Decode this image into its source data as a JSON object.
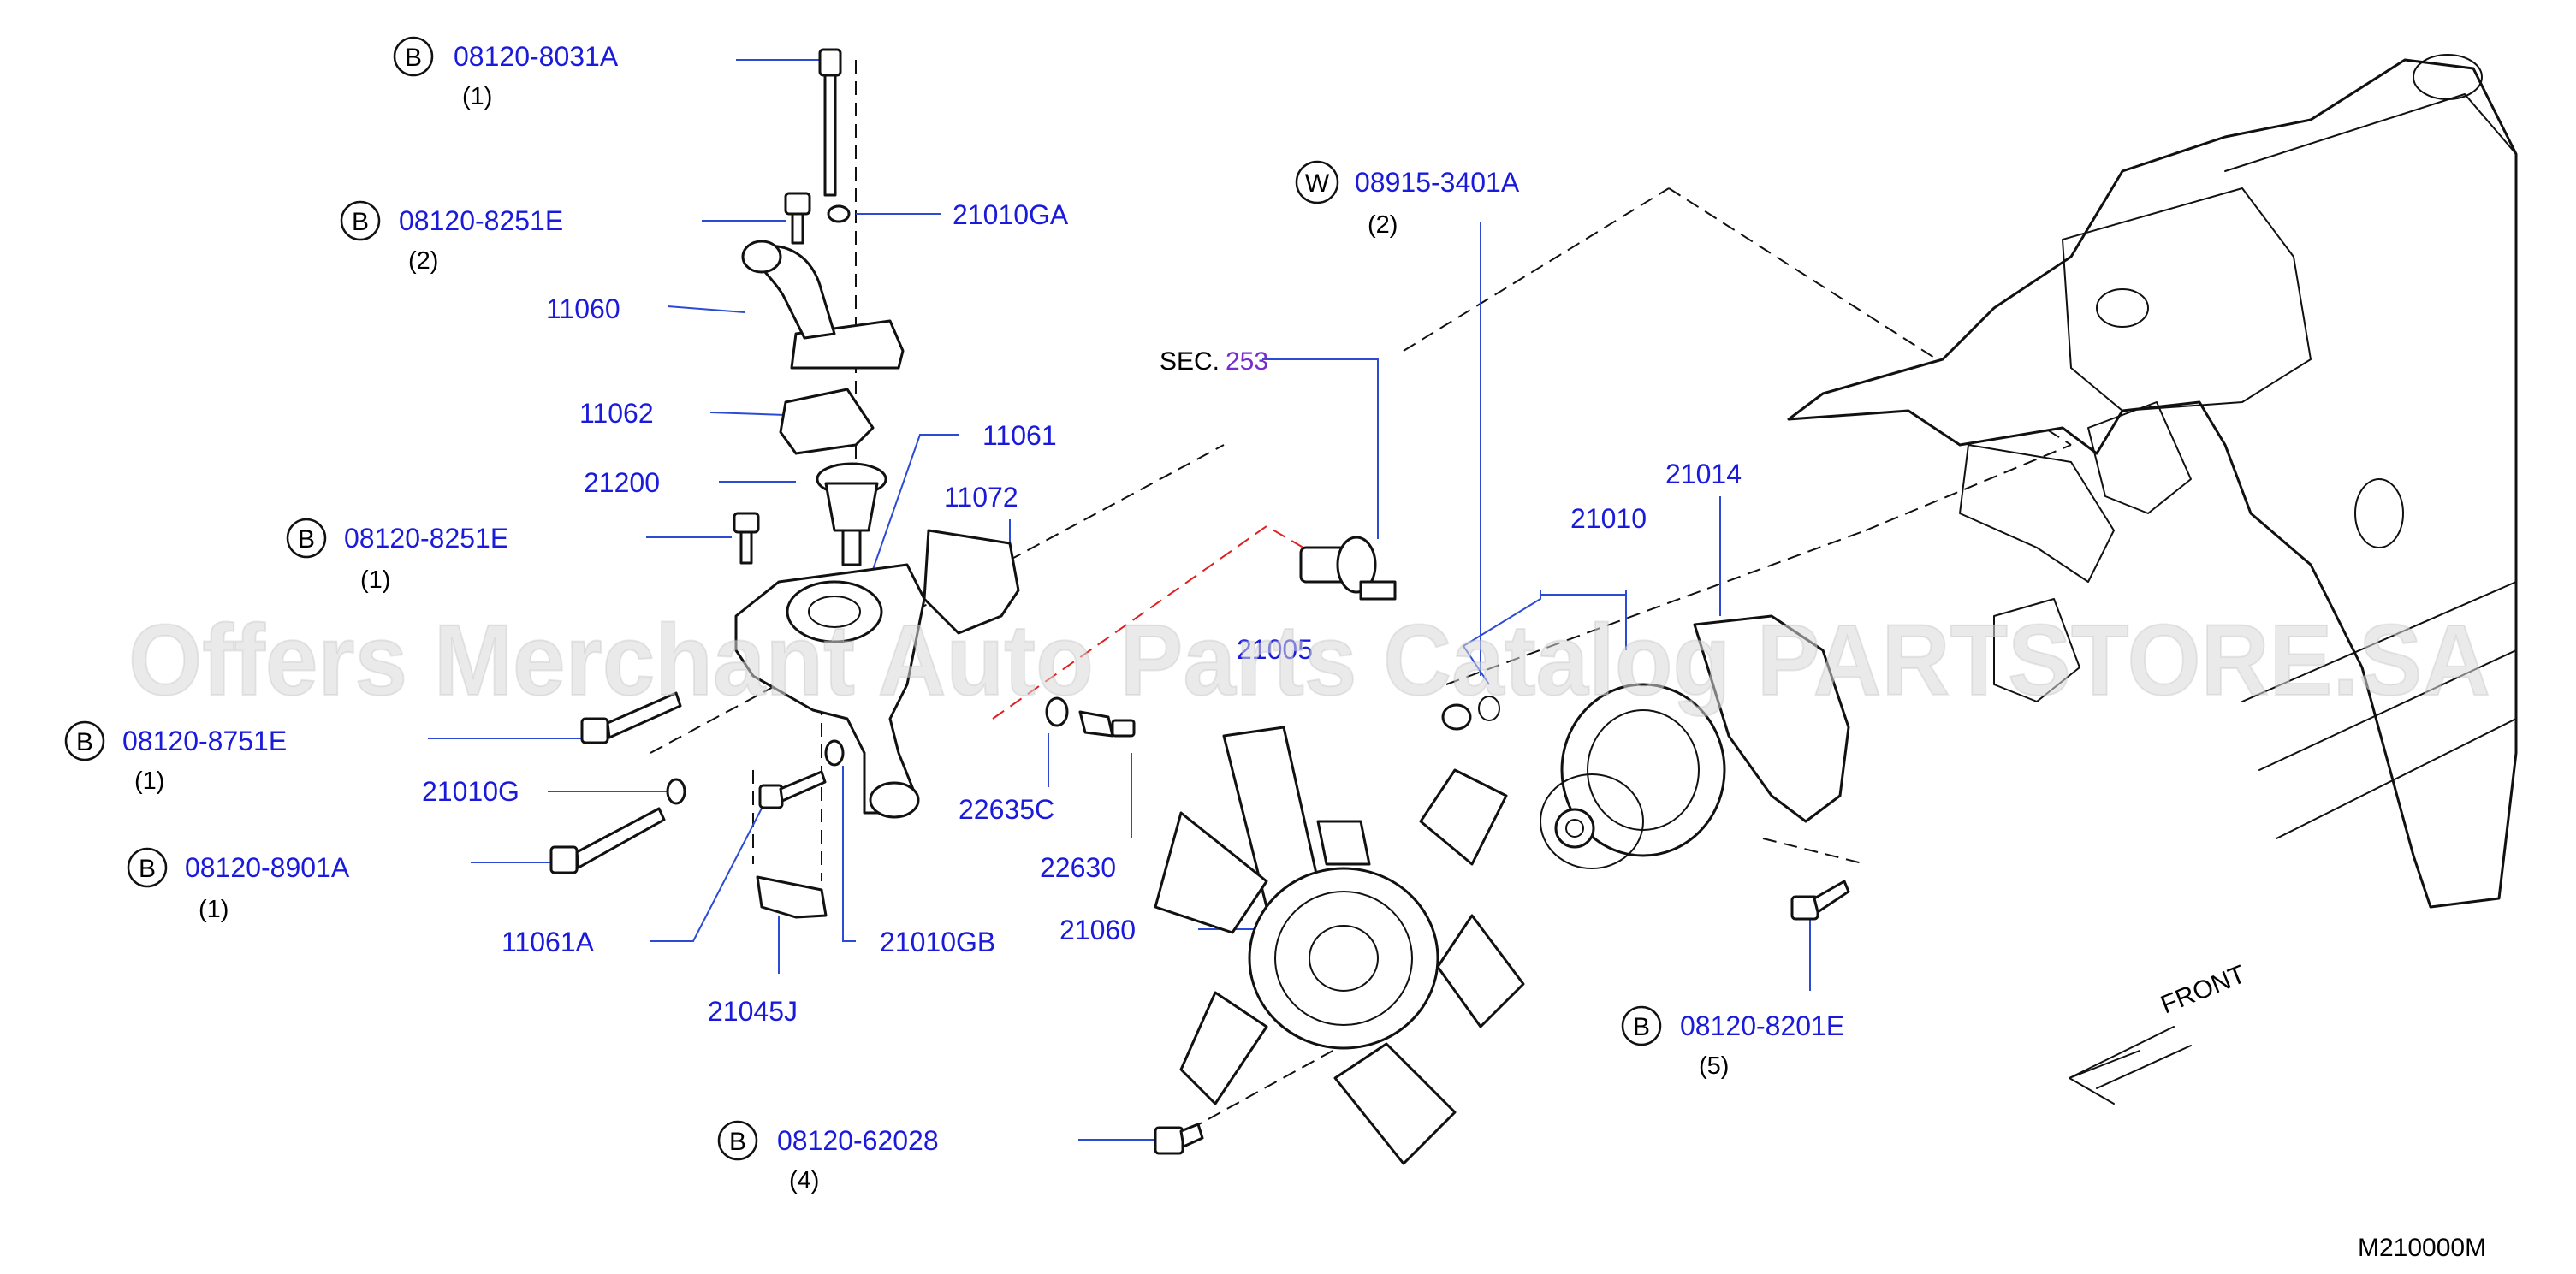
{
  "diagram_code": "M210000M",
  "watermark": "Offers Merchant Auto Parts Catalog PARTSTORE.SA",
  "front_label": "FRONT",
  "section_ref": {
    "prefix": "SEC.",
    "number": "253"
  },
  "callouts": {
    "bolt_8031a": {
      "badge": "B",
      "part": "08120-8031A",
      "qty": "(1)"
    },
    "bolt_8251e_a": {
      "badge": "B",
      "part": "08120-8251E",
      "qty": "(2)"
    },
    "bolt_8251e_b": {
      "badge": "B",
      "part": "08120-8251E",
      "qty": "(1)"
    },
    "bolt_8751e": {
      "badge": "B",
      "part": "08120-8751E",
      "qty": "(1)"
    },
    "bolt_8901a": {
      "badge": "B",
      "part": "08120-8901A",
      "qty": "(1)"
    },
    "washer_3401a": {
      "badge": "W",
      "part": "08915-3401A",
      "qty": "(2)"
    },
    "bolt_8201e": {
      "badge": "B",
      "part": "08120-8201E",
      "qty": "(5)"
    },
    "bolt_62028": {
      "badge": "B",
      "part": "08120-62028",
      "qty": "(4)"
    }
  },
  "parts": {
    "p_21010ga": "21010GA",
    "p_11060": "11060",
    "p_11062": "11062",
    "p_21200": "21200",
    "p_11061": "11061",
    "p_11072": "11072",
    "p_21010g": "21010G",
    "p_11061a": "11061A",
    "p_21010gb": "21010GB",
    "p_21045j": "21045J",
    "p_22635c": "22635C",
    "p_22630": "22630",
    "p_21060": "21060",
    "p_21010": "21010",
    "p_21014": "21014",
    "p_21005": "21005"
  },
  "colors": {
    "part_number": "#1a1adb",
    "section_number": "#7a2bd0",
    "leader_line": "#2b4bd6",
    "red_dash": "#e02020"
  }
}
